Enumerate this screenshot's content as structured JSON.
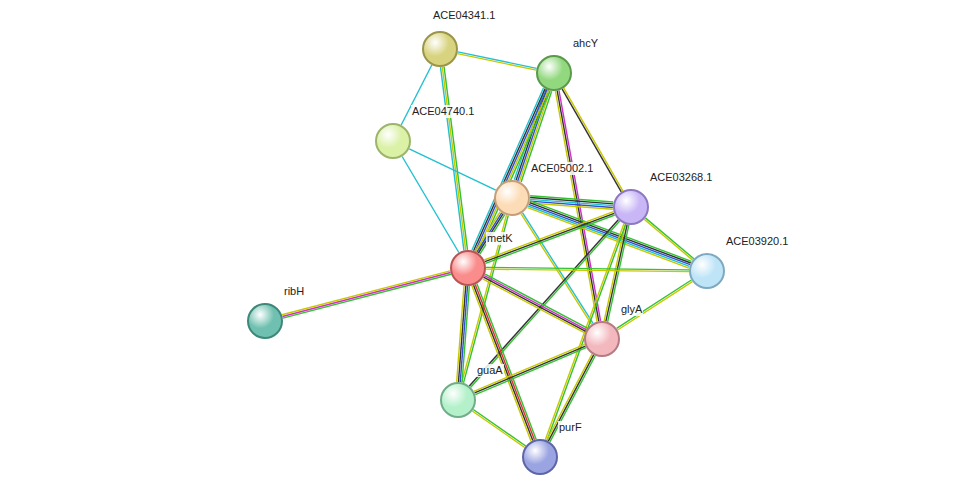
{
  "diagram": {
    "nodes": [
      {
        "text": [
          "ACE04341.1"
        ]
      },
      {
        "text": [
          "ahcY"
        ]
      },
      {
        "text": [
          "ACE04740.1"
        ]
      },
      {
        "text": [
          "ACE05002.1"
        ]
      },
      {
        "text": [
          "ACE03268.1"
        ]
      },
      {
        "text": [
          "ACE03920.1"
        ]
      },
      {
        "text": [
          "metK"
        ]
      },
      {
        "text": [
          "ribH"
        ]
      },
      {
        "text": [
          "glyA"
        ]
      },
      {
        "text": [
          "guaA"
        ]
      },
      {
        "text": [
          "purF"
        ]
      }
    ],
    "edges": [
      {
        "from": 0,
        "to": 1,
        "arrow": "none"
      },
      {
        "from": 0,
        "to": 2,
        "arrow": "none"
      },
      {
        "from": 0,
        "to": 6,
        "arrow": "none"
      },
      {
        "from": 2,
        "to": 6,
        "arrow": "none"
      },
      {
        "from": 2,
        "to": 3,
        "arrow": "none"
      },
      {
        "from": 1,
        "to": 3,
        "arrow": "none"
      },
      {
        "from": 1,
        "to": 6,
        "arrow": "none"
      },
      {
        "from": 1,
        "to": 4,
        "arrow": "none"
      },
      {
        "from": 1,
        "to": 8,
        "arrow": "none"
      },
      {
        "from": 3,
        "to": 4,
        "arrow": "none"
      },
      {
        "from": 3,
        "to": 5,
        "arrow": "none"
      },
      {
        "from": 3,
        "to": 6,
        "arrow": "none"
      },
      {
        "from": 3,
        "to": 8,
        "arrow": "none"
      },
      {
        "from": 3,
        "to": 9,
        "arrow": "none"
      },
      {
        "from": 4,
        "to": 6,
        "arrow": "none"
      },
      {
        "from": 4,
        "to": 5,
        "arrow": "none"
      },
      {
        "from": 4,
        "to": 8,
        "arrow": "none"
      },
      {
        "from": 4,
        "to": 9,
        "arrow": "none"
      },
      {
        "from": 4,
        "to": 10,
        "arrow": "none"
      },
      {
        "from": 6,
        "to": 5,
        "arrow": "none"
      },
      {
        "from": 6,
        "to": 8,
        "arrow": "none"
      },
      {
        "from": 6,
        "to": 9,
        "arrow": "none"
      },
      {
        "from": 6,
        "to": 10,
        "arrow": "none"
      },
      {
        "from": 6,
        "to": 7,
        "arrow": "none"
      },
      {
        "from": 8,
        "to": 5,
        "arrow": "none"
      },
      {
        "from": 8,
        "to": 9,
        "arrow": "none"
      },
      {
        "from": 8,
        "to": 10,
        "arrow": "none"
      },
      {
        "from": 9,
        "to": 10,
        "arrow": "none"
      }
    ]
  }
}
